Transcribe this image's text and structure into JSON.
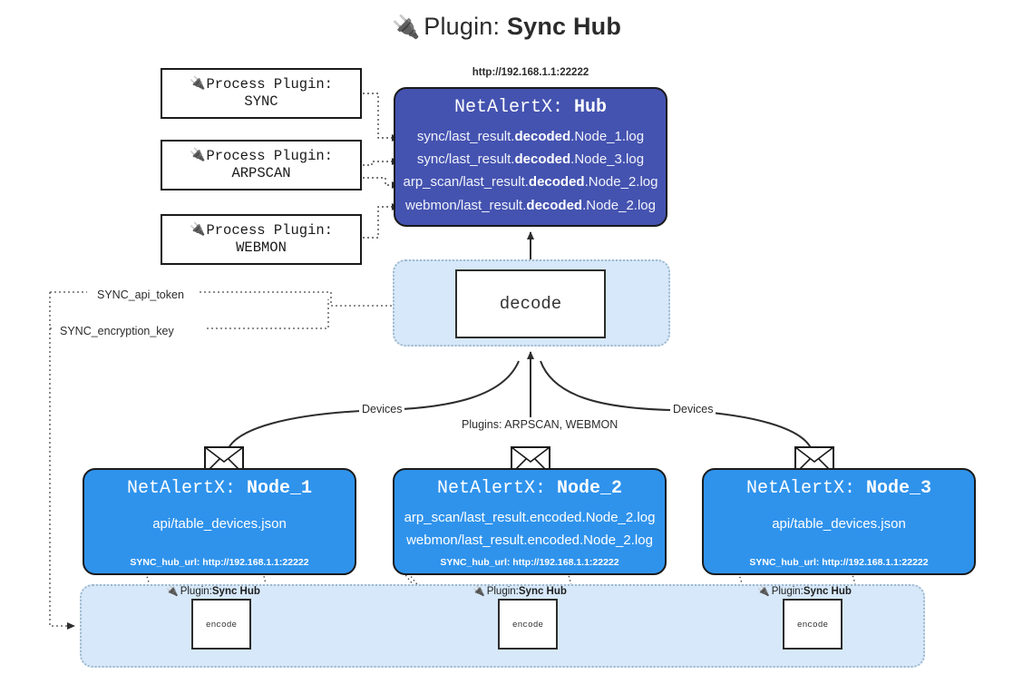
{
  "title": {
    "icon": "plug-icon",
    "prefix": "Plugin: ",
    "name": "Sync Hub"
  },
  "process_plugins": [
    {
      "icon": "plug-icon",
      "line1": "Process Plugin:",
      "line2": "SYNC"
    },
    {
      "icon": "plug-icon",
      "line1": "Process Plugin:",
      "line2": "ARPSCAN"
    },
    {
      "icon": "plug-icon",
      "line1": "Process Plugin:",
      "line2": "WEBMON"
    }
  ],
  "hub": {
    "url": "http://192.168.1.1:22222",
    "title_prefix": "NetAlertX: ",
    "title_name": "Hub",
    "logs": [
      {
        "pre": "sync/last_result.",
        "em": "decoded",
        "post": ".Node_1.log"
      },
      {
        "pre": "sync/last_result.",
        "em": "decoded",
        "post": ".Node_3.log"
      },
      {
        "pre": "arp_scan/last_result.",
        "em": "decoded",
        "post": ".Node_2.log"
      },
      {
        "pre": "webmon/last_result.",
        "em": "decoded",
        "post": ".Node_2.log"
      }
    ]
  },
  "decode": {
    "label": "decode"
  },
  "nodes": [
    {
      "icon": "envelope-icon",
      "title_prefix": "NetAlertX: ",
      "title_name": "Node_1",
      "lines": [
        "api/table_devices.json"
      ],
      "footer": "SYNC_hub_url: http://192.168.1.1:22222"
    },
    {
      "icon": "envelope-icon",
      "title_prefix": "NetAlertX: ",
      "title_name": "Node_2",
      "lines": [
        "arp_scan/last_result.encoded.Node_2.log",
        "webmon/last_result.encoded.Node_2.log"
      ],
      "footer": "SYNC_hub_url: http://192.168.1.1:22222"
    },
    {
      "icon": "envelope-icon",
      "title_prefix": "NetAlertX: ",
      "title_name": "Node_3",
      "lines": [
        "api/table_devices.json"
      ],
      "footer": "SYNC_hub_url: http://192.168.1.1:22222"
    }
  ],
  "encoders": [
    {
      "icon": "plug-icon",
      "label_prefix": "Plugin: ",
      "label_name": "Sync Hub",
      "box_label": "encode"
    },
    {
      "icon": "plug-icon",
      "label_prefix": "Plugin: ",
      "label_name": "Sync Hub",
      "box_label": "encode"
    },
    {
      "icon": "plug-icon",
      "label_prefix": "Plugin: ",
      "label_name": "Sync Hub",
      "box_label": "encode"
    }
  ],
  "edge_labels": {
    "devices_left": "Devices",
    "devices_right": "Devices",
    "plugins_mid": "Plugins: ARPSCAN, WEBMON",
    "api_token": "SYNC_api_token",
    "encryption_key": "SYNC_encryption_key"
  },
  "colors": {
    "hub_fill": "#4453b0",
    "node_fill": "#2f93ec",
    "container_fill": "#d6e8f9",
    "container_border": "#9fb8cc",
    "stroke": "#1a1a1a",
    "background": "#ffffff"
  }
}
